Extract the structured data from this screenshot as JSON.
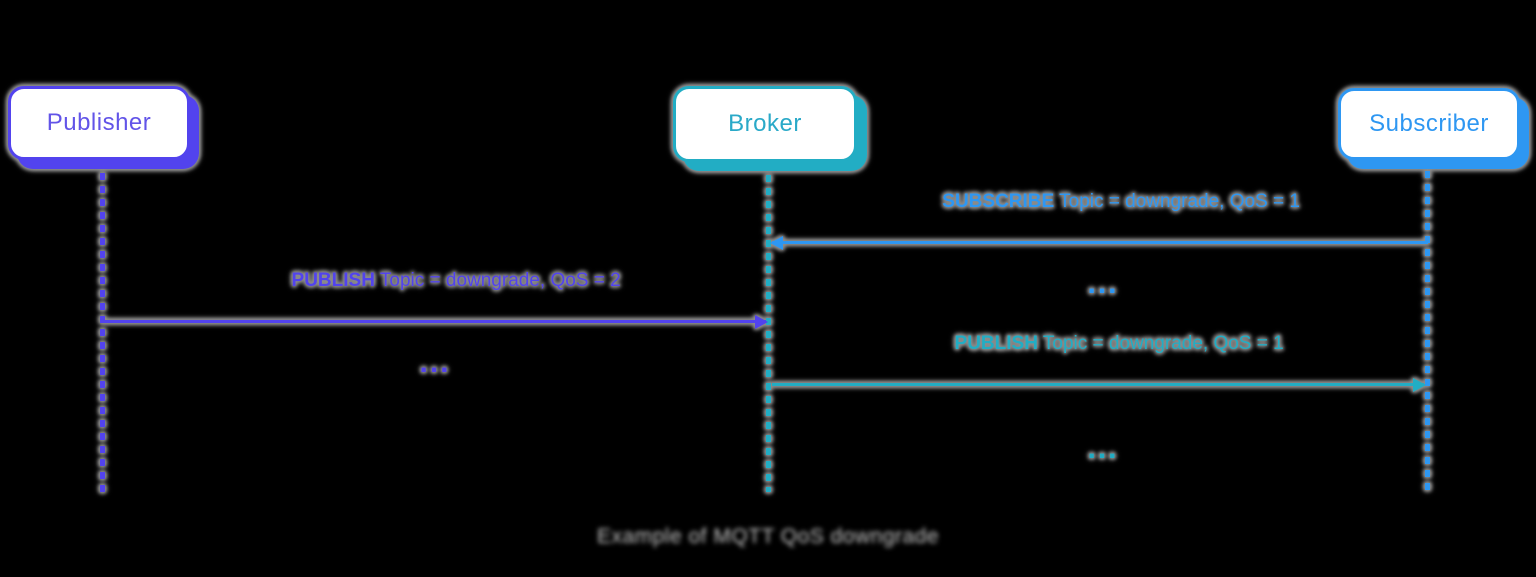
{
  "background_color": "#000000",
  "actors": [
    {
      "id": "publisher",
      "label": "Publisher",
      "color": "#5243ee"
    },
    {
      "id": "broker",
      "label": "Broker",
      "color": "#22adc4"
    },
    {
      "id": "subscriber",
      "label": "Subscriber",
      "color": "#2e97f2"
    }
  ],
  "messages": [
    {
      "id": "subscribe",
      "keyword": "SUBSCRIBE",
      "rest": " Topic = downgrade, QoS = 1",
      "from": "Subscriber",
      "to": "Broker",
      "color": "#2e97f2"
    },
    {
      "id": "publish-in",
      "keyword": "PUBLISH",
      "rest": " Topic = downgrade, QoS = 2",
      "from": "Publisher",
      "to": "Broker",
      "color": "#5243ee"
    },
    {
      "id": "publish-out",
      "keyword": "PUBLISH",
      "rest": " Topic = downgrade, QoS = 1",
      "from": "Broker",
      "to": "Subscriber",
      "color": "#22adc4"
    }
  ],
  "ellipses": [
    {
      "id": "publisher-gap",
      "mark": "...",
      "color": "#5243ee"
    },
    {
      "id": "subscriber-gap-1",
      "mark": "...",
      "color": "#2e97f2"
    },
    {
      "id": "subscriber-gap-2",
      "mark": "...",
      "color": "#22adc4"
    }
  ],
  "caption": "Example of MQTT QoS downgrade"
}
